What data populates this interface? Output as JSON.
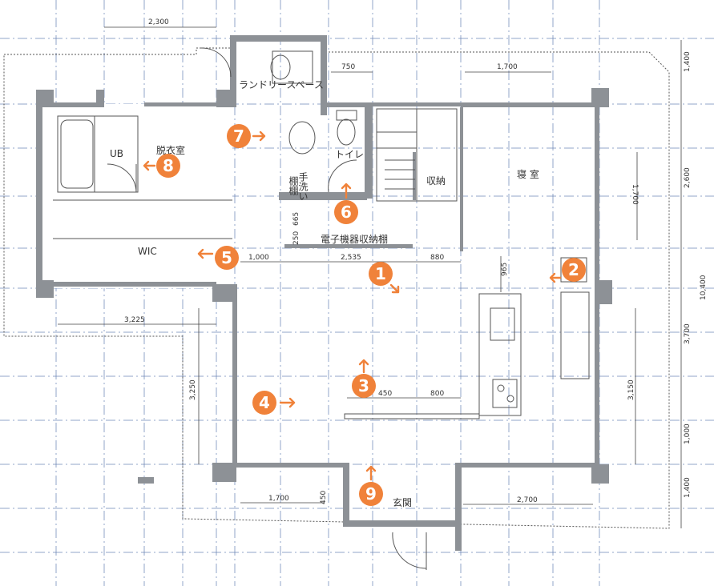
{
  "colors": {
    "marker": "#f0823a",
    "wall": "#8d9196",
    "grid": "#6e86b6"
  },
  "rooms": {
    "laundry": "ランドリースペース",
    "toilet": "トイレ",
    "dressing": "脱衣室",
    "ub": "UB",
    "storage": "収納",
    "bedroom": "寝 室",
    "wic": "WIC",
    "appliance_shelf": "電子機器収納棚",
    "entrance": "玄関",
    "handwash": "手洗い",
    "cabinet": "棚棚"
  },
  "dimensions": {
    "d2300": "2,300",
    "d750": "750",
    "d1700_top": "1,700",
    "d1400_a": "1,400",
    "d2600": "2,600",
    "d1700_bed": "1,700",
    "d10400": "10,400",
    "d665": "665",
    "d250": "250",
    "d1000": "1,000",
    "d2535": "2,535",
    "d880": "880",
    "d965": "965",
    "d3225": "3,225",
    "d3700": "3,700",
    "d3250": "3,250",
    "d3150": "3,150",
    "d450": "450",
    "d800": "800",
    "d1000_b": "1,000",
    "d1700_bottom": "1,700",
    "d450_b": "450",
    "d2700": "2,700",
    "d1400_b": "1,400"
  },
  "markers": [
    "1",
    "2",
    "3",
    "4",
    "5",
    "6",
    "7",
    "8",
    "9"
  ]
}
